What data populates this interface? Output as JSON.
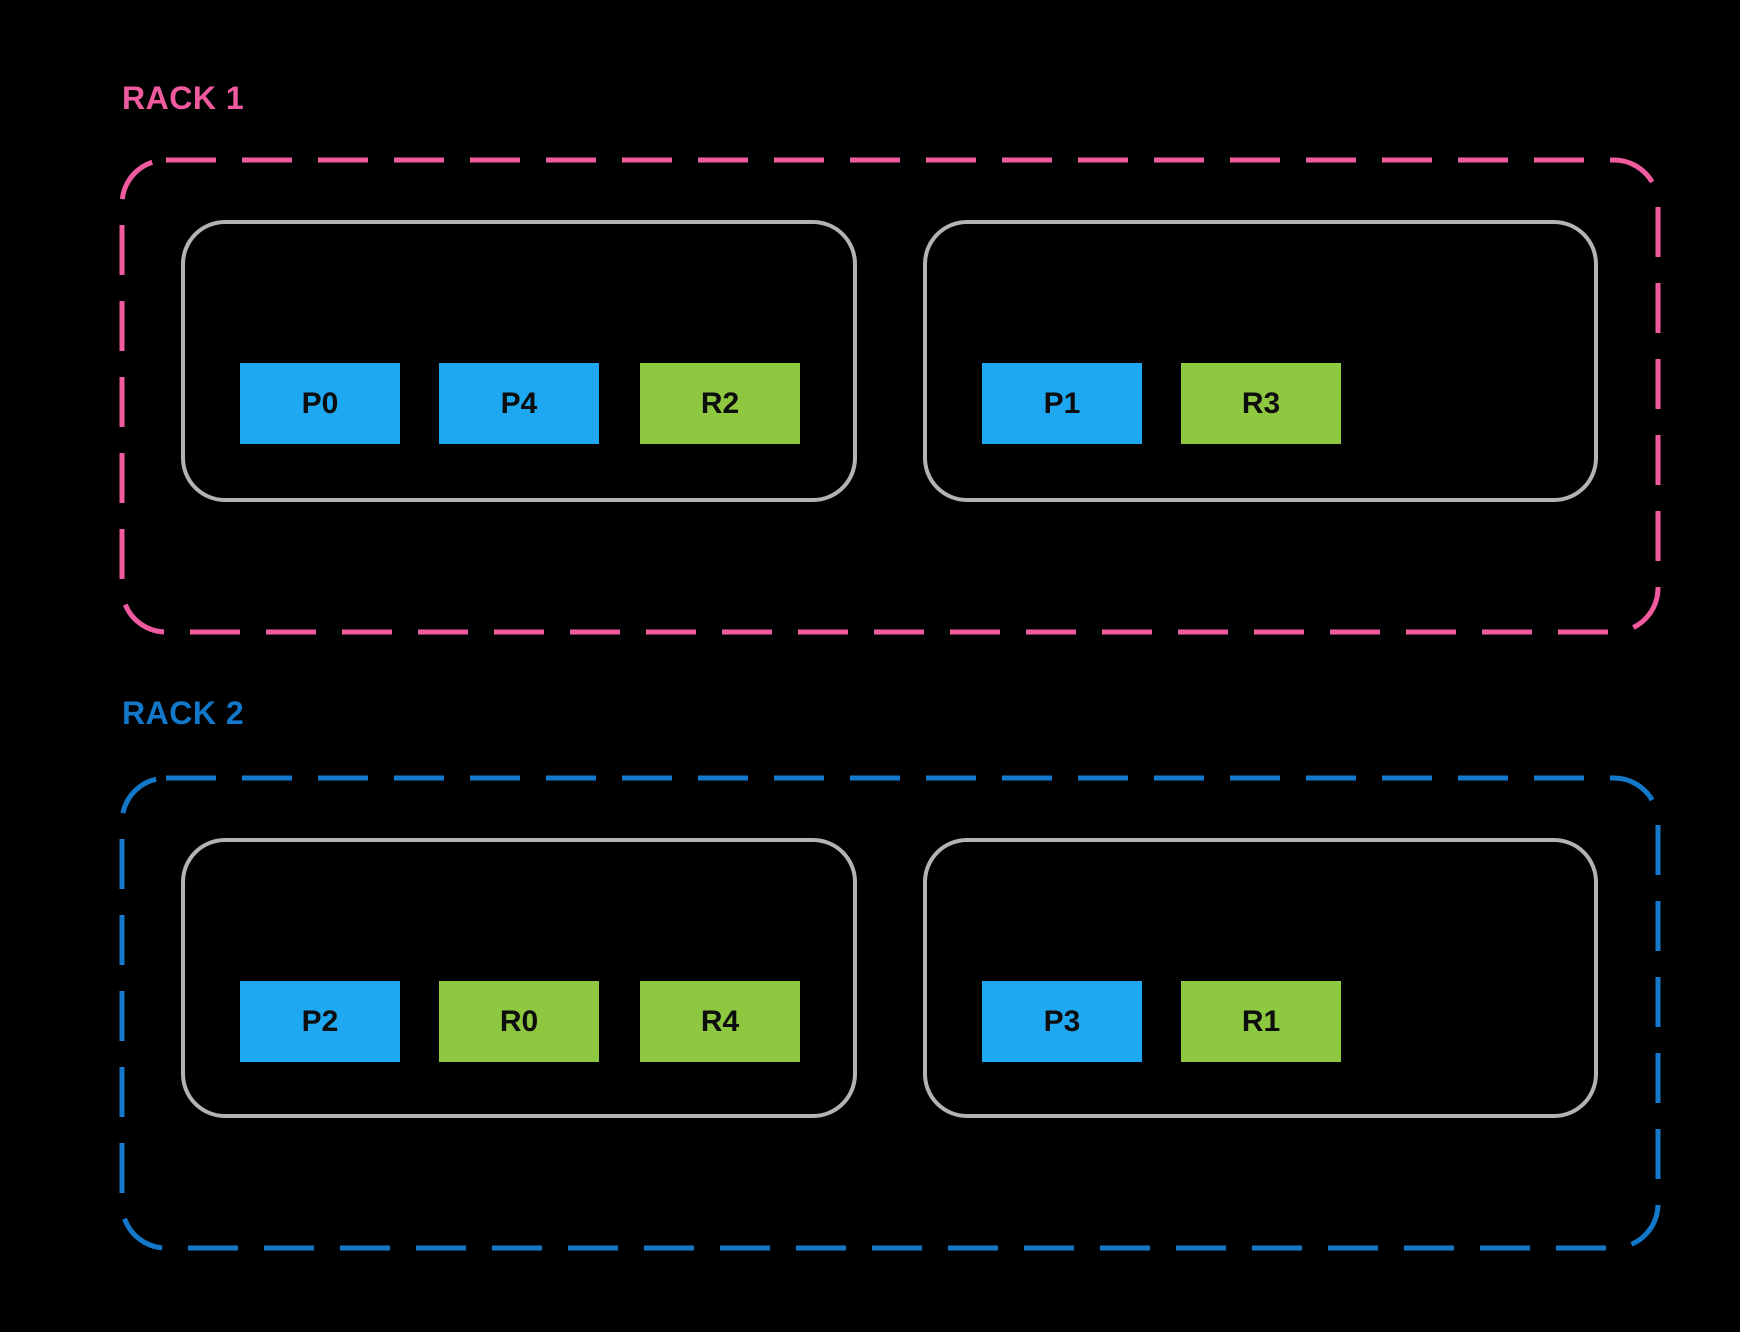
{
  "diagram": {
    "title": "",
    "racks": [
      {
        "label": "RACK 1",
        "accent_color": "#F05A9F",
        "nodes": [
          {
            "blocks": [
              {
                "label": "P0",
                "type": "primary",
                "color": "#1FA8F2"
              },
              {
                "label": "P4",
                "type": "primary",
                "color": "#1FA8F2"
              },
              {
                "label": "R2",
                "type": "replica",
                "color": "#8EC841"
              }
            ]
          },
          {
            "blocks": [
              {
                "label": "P1",
                "type": "primary",
                "color": "#1FA8F2"
              },
              {
                "label": "R3",
                "type": "replica",
                "color": "#8EC841"
              }
            ]
          }
        ]
      },
      {
        "label": "RACK 2",
        "accent_color": "#1377CA",
        "nodes": [
          {
            "blocks": [
              {
                "label": "P2",
                "type": "primary",
                "color": "#1FA8F2"
              },
              {
                "label": "R0",
                "type": "replica",
                "color": "#8EC841"
              },
              {
                "label": "R4",
                "type": "replica",
                "color": "#8EC841"
              }
            ]
          },
          {
            "blocks": [
              {
                "label": "P3",
                "type": "primary",
                "color": "#1FA8F2"
              },
              {
                "label": "R1",
                "type": "replica",
                "color": "#8EC841"
              }
            ]
          }
        ]
      }
    ],
    "colors": {
      "background": "#000000",
      "primary_block": "#1FA8F2",
      "replica_block": "#8EC841",
      "node_border": "#B3B3B3",
      "rack1_accent": "#F05A9F",
      "rack2_accent": "#1377CA",
      "block_text": "#0D0D0D"
    }
  }
}
